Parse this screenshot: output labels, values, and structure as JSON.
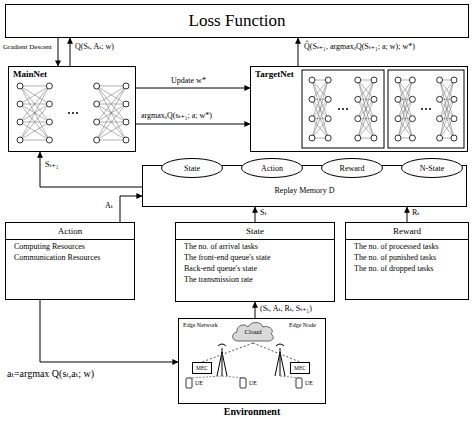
{
  "diagram": {
    "nodes": [
      {
        "text": [
          "Loss Function"
        ]
      },
      {
        "text": [
          "MainNet"
        ]
      },
      {
        "text": [
          "TargetNet"
        ]
      },
      {
        "text": [
          "Replay Memory D"
        ]
      },
      {
        "text": [
          "State"
        ],
        "in": 3
      },
      {
        "text": [
          "Action"
        ],
        "in": 3
      },
      {
        "text": [
          "Reward"
        ],
        "in": 3
      },
      {
        "text": [
          "N-State"
        ],
        "in": 3
      },
      {
        "text": [
          "Action",
          "Computing Resources",
          "Communication Resources"
        ]
      },
      {
        "text": [
          "State",
          "The no. of arrival tasks",
          "The front-end queue's state",
          "Back-end queue's state",
          "The transmission rate"
        ]
      },
      {
        "text": [
          "Reward",
          "The no. of processed tasks",
          "The no. of punished tasks",
          "The no. of dropped tasks"
        ]
      },
      {
        "text": [
          "Environment"
        ]
      },
      {
        "text": [
          "Cloud"
        ],
        "in": 11
      },
      {
        "text": [
          "MEC"
        ],
        "in": 11
      },
      {
        "text": [
          "MEC"
        ],
        "in": 11
      }
    ],
    "edges": [
      {
        "from": 1,
        "to": 0,
        "arrow": "to",
        "label": "Q(Sₜ, Aₜ; w)"
      },
      {
        "from": 0,
        "to": 1,
        "arrow": "to",
        "label": "Gradient Descent"
      },
      {
        "from": 2,
        "to": 0,
        "arrow": "to",
        "label": "Q̂(Sₜ₊₁, argmaxₐQ(Sₜ₊₁; a; w); w*)"
      },
      {
        "from": 1,
        "to": 2,
        "arrow": "to",
        "label": "Update w*"
      },
      {
        "from": 1,
        "to": 2,
        "arrow": "to",
        "label": "argmaxₐQ(sₜ₊₁; a; w*)"
      },
      {
        "from": 3,
        "to": 1,
        "arrow": "to",
        "label": "Sₜ₊₁"
      },
      {
        "from": 8,
        "to": 3,
        "arrow": "to",
        "label": "Aₜ"
      },
      {
        "from": 9,
        "to": 3,
        "arrow": "to",
        "label": "Sₜ"
      },
      {
        "from": 10,
        "to": 3,
        "arrow": "to",
        "label": "Rₜ"
      },
      {
        "from": 11,
        "to": 9,
        "arrow": "to",
        "label": "(Sₜ, Aₜ, Rₜ, Sₜ₊₁)"
      },
      {
        "from": 8,
        "to": 11,
        "arrow": "to",
        "label": "aₜ=argmax Q(sₜ,aₜ; w)"
      },
      {
        "from": 12,
        "to": 13,
        "arrow": "none"
      },
      {
        "from": 12,
        "to": 14,
        "arrow": "none"
      }
    ],
    "labels": [
      "Edge Network",
      "Edge Node",
      "UE",
      "UE",
      "UE"
    ]
  }
}
